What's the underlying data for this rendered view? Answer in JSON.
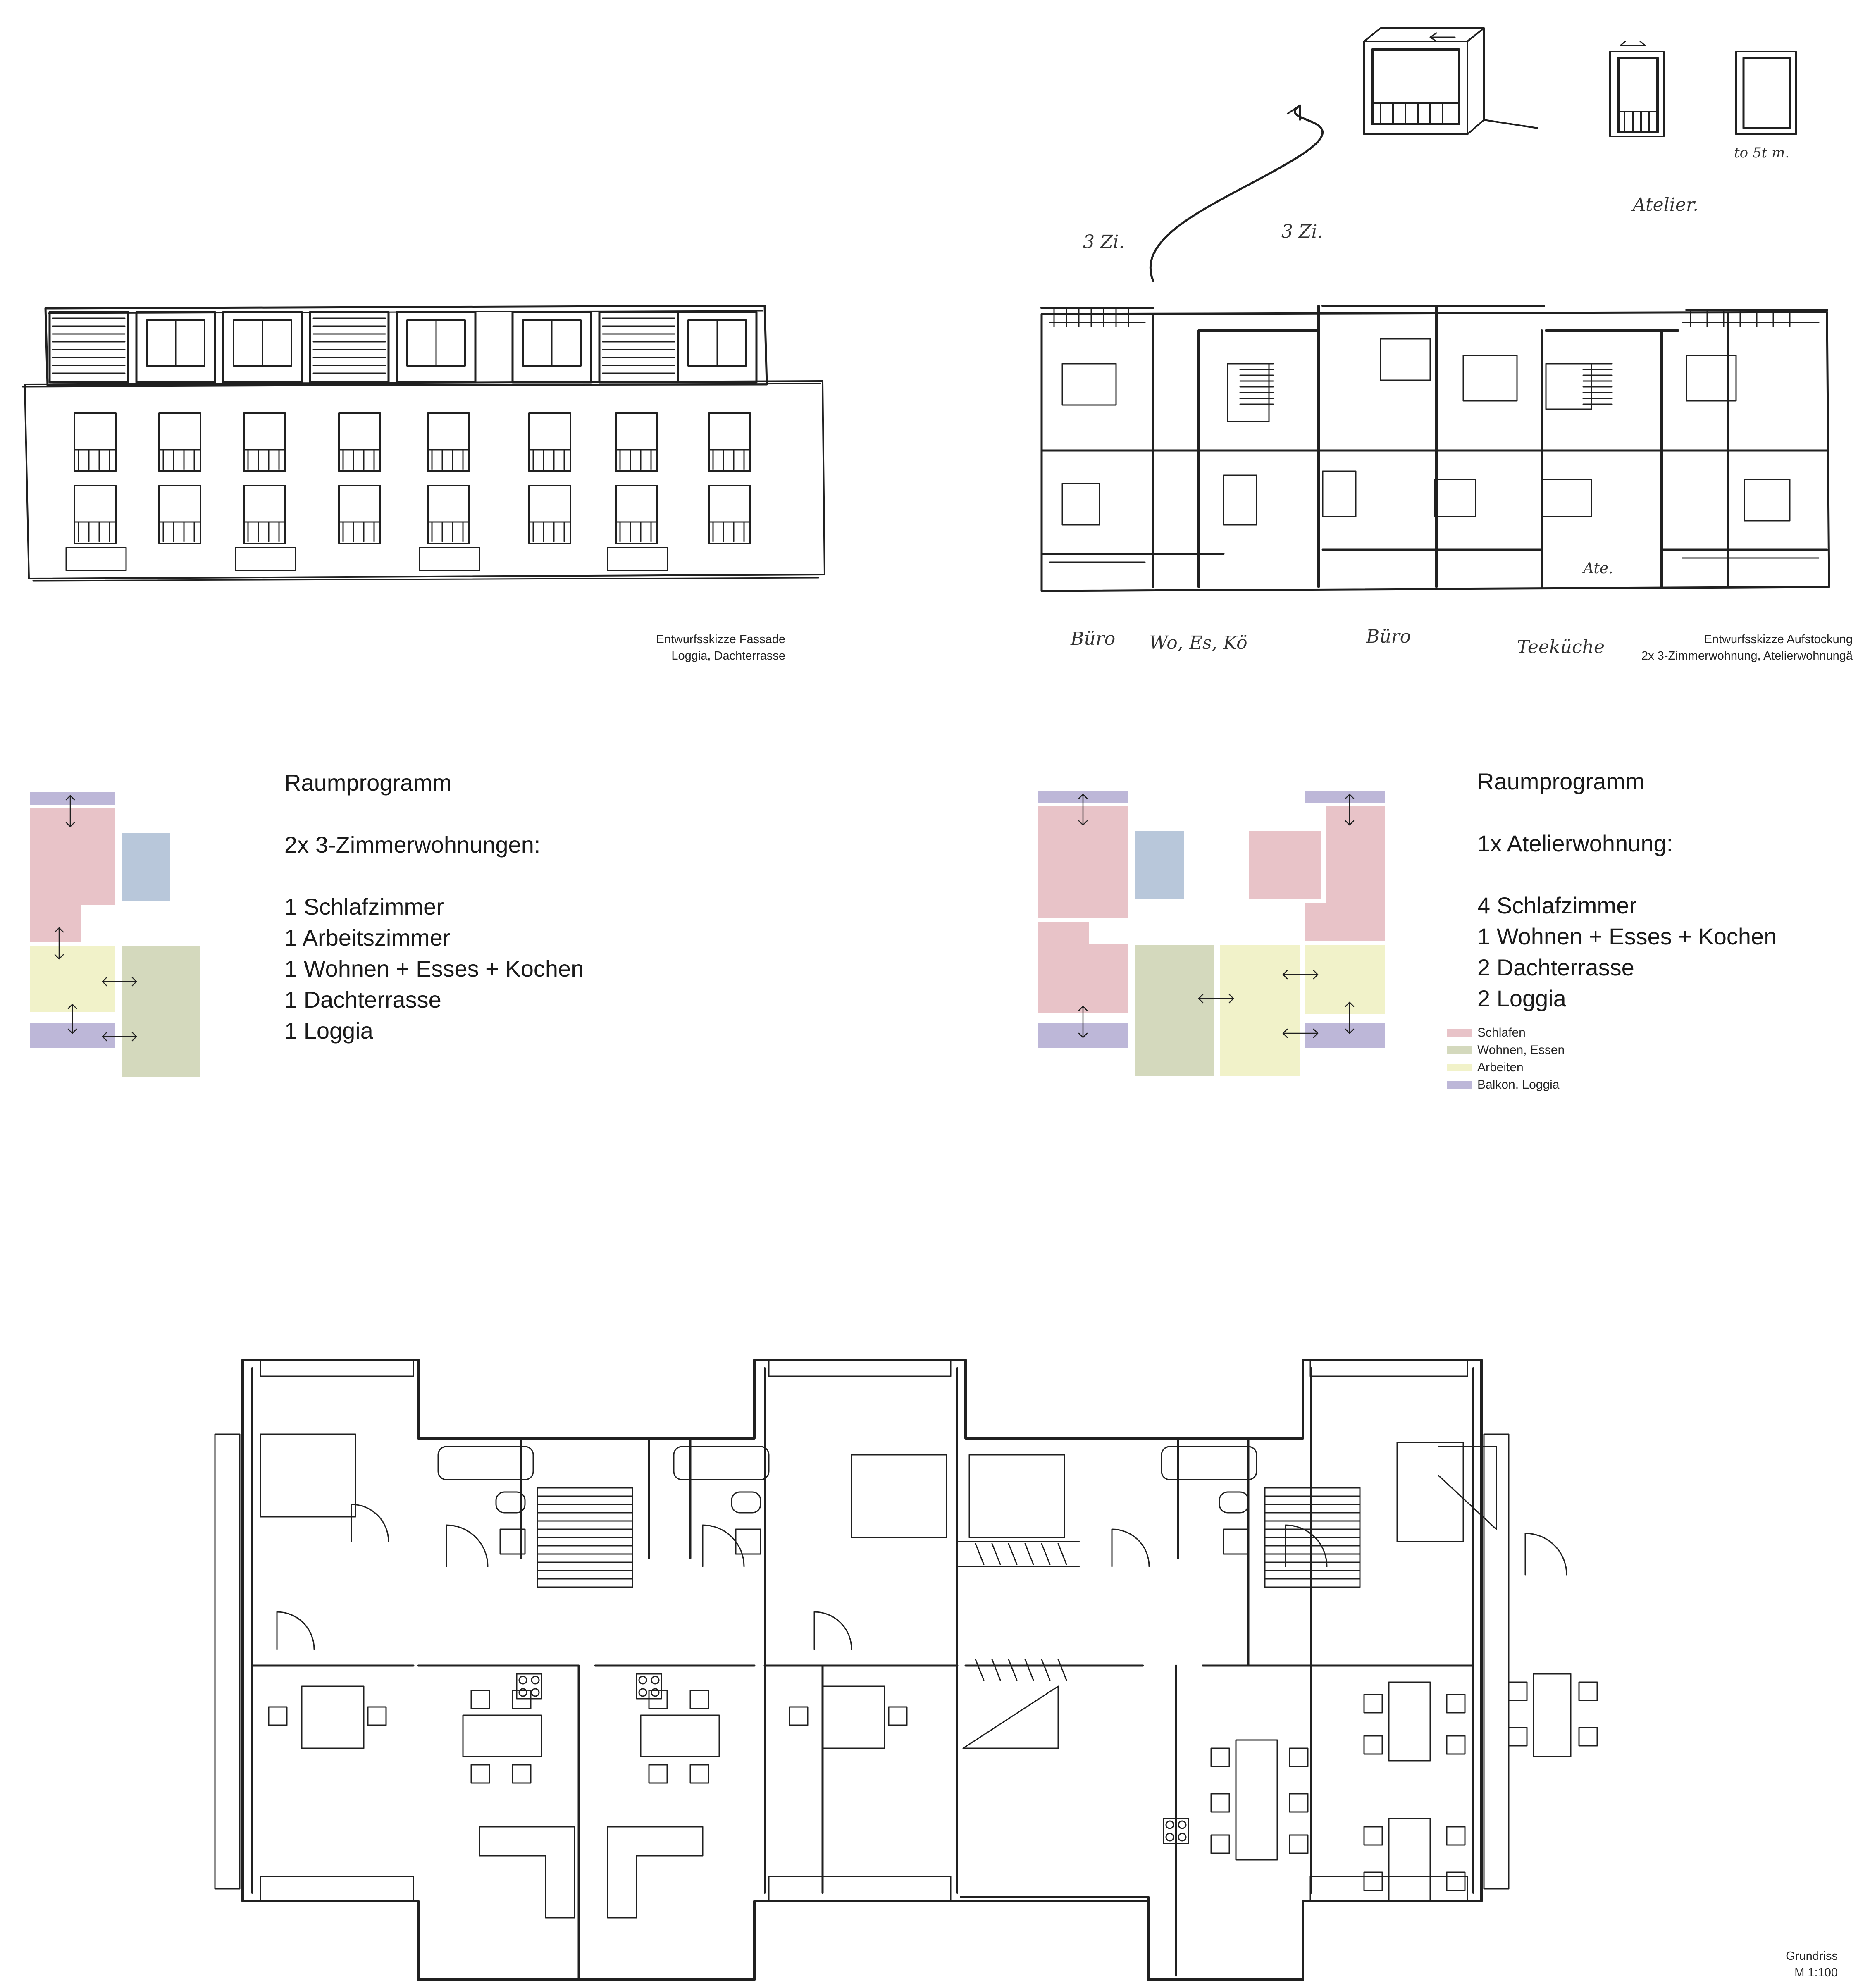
{
  "captions": {
    "facade": {
      "line1": "Entwurfsskizze Fassade",
      "line2": "Loggia, Dachterrasse"
    },
    "addition": {
      "line1": "Entwurfsskizze Aufstockung",
      "line2": "2x 3-Zimmerwohnung, Atelierwohnungä"
    },
    "plan": {
      "line1": "Grundriss",
      "line2": "M 1:100"
    }
  },
  "program_left": {
    "title": "Raumprogramm",
    "subtitle": "2x 3-Zimmerwohnungen:",
    "items": [
      "1 Schlafzimmer",
      "1 Arbeitszimmer",
      "1 Wohnen + Esses + Kochen",
      "1 Dachterrasse",
      "1 Loggia"
    ]
  },
  "program_right": {
    "title": "Raumprogramm",
    "subtitle": "1x Atelierwohnung:",
    "items": [
      "4 Schlafzimmer",
      "1 Wohnen + Esses + Kochen",
      "2 Dachterrasse",
      "2 Loggia"
    ]
  },
  "legend": [
    {
      "label": "Schlafen",
      "color": "#e8c3c8"
    },
    {
      "label": "Wohnen, Essen",
      "color": "#d4d9bd"
    },
    {
      "label": "Arbeiten",
      "color": "#f1f2c9"
    },
    {
      "label": "Balkon, Loggia",
      "color": "#bdb7d8"
    }
  ],
  "zone_colors": {
    "sleep": "#e8c3c8",
    "living": "#d4d9bd",
    "work": "#f1f2c9",
    "loggia": "#bdb7d8",
    "bath": "#b8c7da"
  },
  "sketch_notes": {
    "label_3zi_a": "3 Zi.",
    "label_3zi_b": "3 Zi.",
    "label_atelier": "Atelier.",
    "label_scale": "to 5t m.",
    "label_buero_1": "Büro",
    "label_wo_es_ko": "Wo, Es, Kö",
    "label_buero_2": "Büro",
    "label_teekueche": "Teeküche",
    "label_ate": "Ate."
  }
}
